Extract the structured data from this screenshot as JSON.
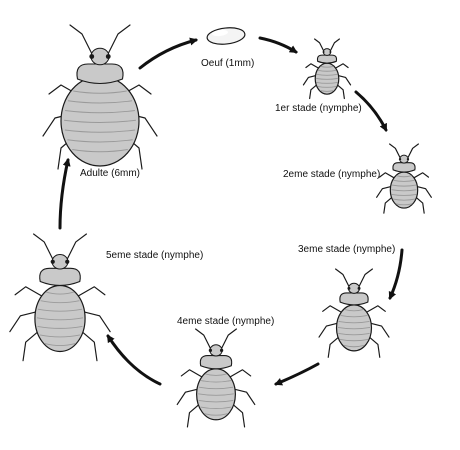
{
  "stages": [
    {
      "key": "egg",
      "label": "Oeuf (1mm)"
    },
    {
      "key": "stage1",
      "label": "1er stade (nymphe)"
    },
    {
      "key": "stage2",
      "label": "2eme stade (nymphe)"
    },
    {
      "key": "stage3",
      "label": "3eme stade (nymphe)"
    },
    {
      "key": "stage4",
      "label": "4eme stade (nymphe)"
    },
    {
      "key": "stage5",
      "label": "5eme stade (nymphe)"
    },
    {
      "key": "adult",
      "label": "Adulte (6mm)"
    }
  ],
  "colors": {
    "body_fill": "#c9c9c9",
    "body_dark": "#9a9a9a",
    "outline": "#1a1a1a",
    "arrow": "#111111"
  }
}
